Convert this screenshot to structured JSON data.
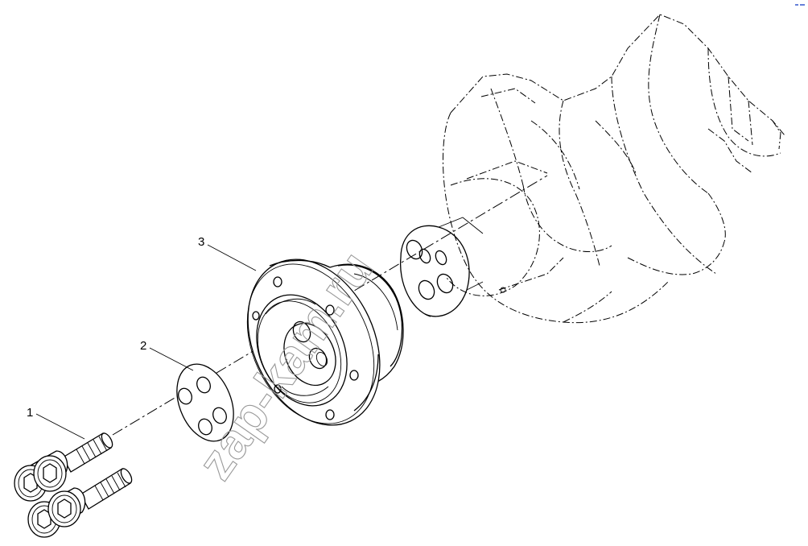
{
  "callouts": {
    "part1": "1",
    "part2": "2",
    "part3": "3"
  },
  "watermark": "zap-kam.ru",
  "colors": {
    "line": "#000000",
    "watermark": "#999999",
    "corner_mark": "#3355cc"
  }
}
